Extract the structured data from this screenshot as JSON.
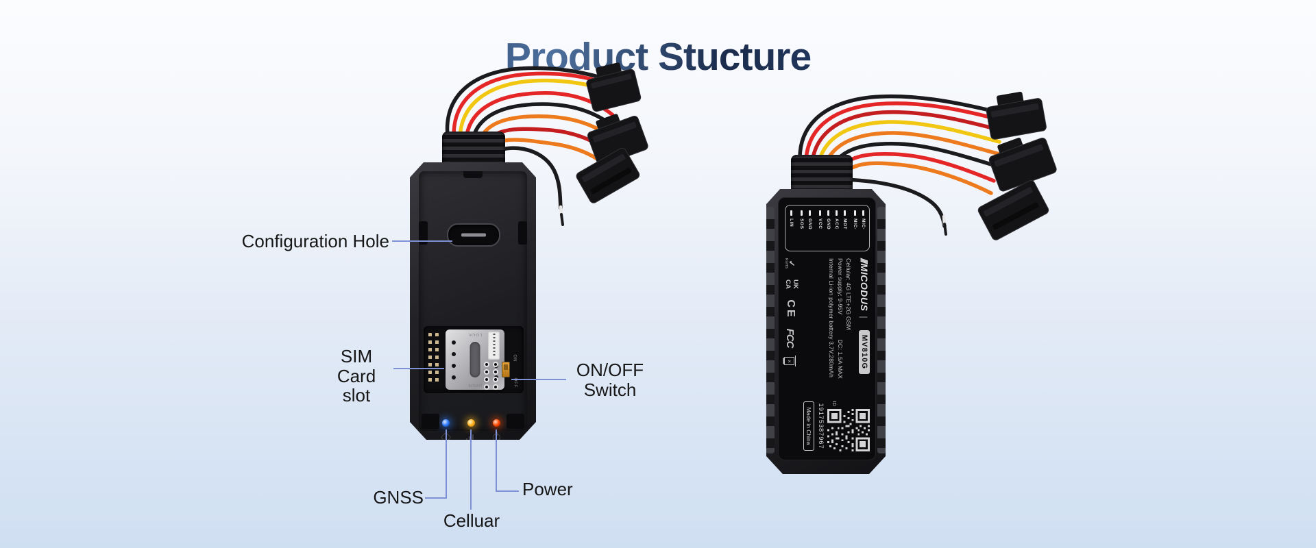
{
  "title": "Product Stucture",
  "colors": {
    "background_top": "#fbfcfe",
    "background_bottom": "#cfdff2",
    "title": "#1c3055",
    "callout_line": "#7e91d6",
    "led_gnss": "#2f7bff",
    "led_cellular": "#ffb41e",
    "led_power": "#ff4a00",
    "wire_red": "#e42627",
    "wire_orange": "#ee7a1e",
    "wire_yellow": "#f2c711",
    "wire_black": "#1b1b1d"
  },
  "callouts": {
    "configuration_hole": "Configuration Hole",
    "sim_line1": "SIM",
    "sim_line2": "Card slot",
    "switch_line1": "ON/OFF",
    "switch_line2": "Switch",
    "gnss": "GNSS",
    "cellular": "Celluar",
    "power": "Power"
  },
  "front_device": {
    "sim_lock": "LOCK",
    "sim_open": "OPEN",
    "switch_on": "ON",
    "switch_off": "OFF"
  },
  "back_label": {
    "pins": [
      {
        "label": "MIC·"
      },
      {
        "label": "MIC·"
      },
      {
        "label": "MOT"
      },
      {
        "label": "ACC"
      },
      {
        "label": "GND"
      },
      {
        "label": "VCC"
      },
      {
        "label": "GND"
      },
      {
        "label": "SOS"
      },
      {
        "label": "LIN"
      }
    ],
    "brand": "MICODUS",
    "divider": "|",
    "model": "MV810G",
    "spec_cellular": "Cellular: 4G LTE+2G GSM",
    "spec_power": "Power supply: 9-95V",
    "spec_dc": "DC: 1.5A MAX",
    "spec_battery": "Internal Li-ion polymer battery 3.7V,280mAh",
    "cert_rohs": "RoHS",
    "cert_ukca": "UK CA",
    "cert_ce": "CE",
    "cert_fcc": "FCC",
    "id_label": "ID",
    "id_number": "19175387967",
    "made_in": "Made in China"
  }
}
